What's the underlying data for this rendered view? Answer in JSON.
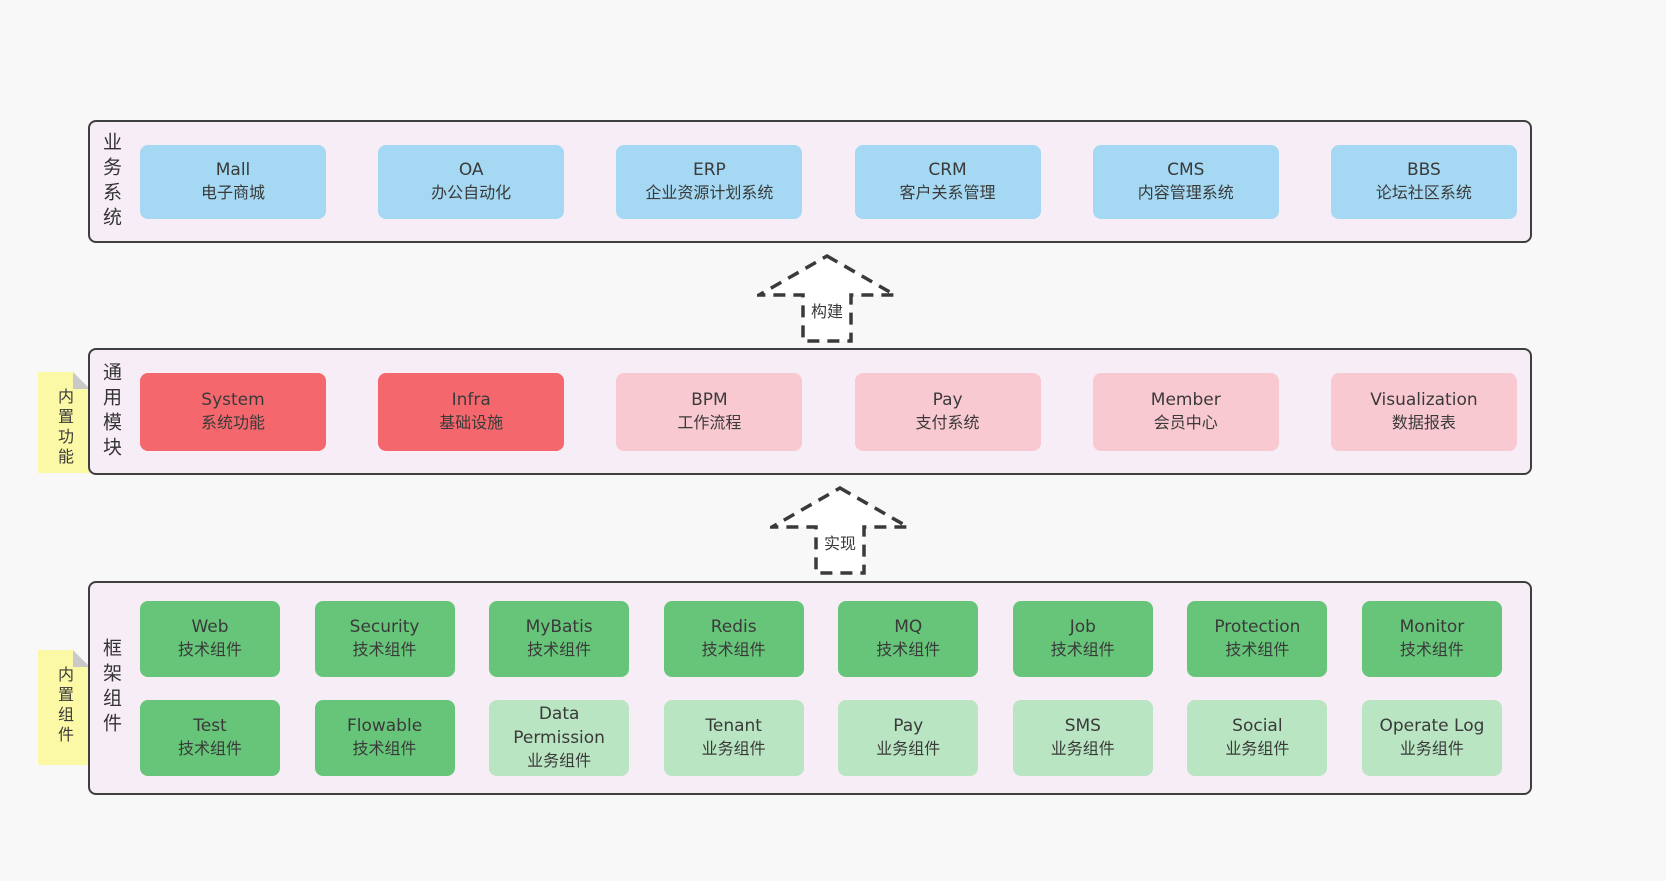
{
  "palette": {
    "page_bg": "#f8f8f8",
    "band_bg": "#f7edf6",
    "band_border": "#3f3f3f",
    "blue": "#a5d8f3",
    "red": "#f4686d",
    "pink": "#f9c9d2",
    "green": "#66c579",
    "light_green": "#b9e5c2",
    "note_yellow": "#fbf9a5",
    "note_fold_gray": "#c9c9c9",
    "text": "#3a3a3a"
  },
  "arrows": [
    {
      "label": "构建"
    },
    {
      "label": "实现"
    }
  ],
  "bands": [
    {
      "label": "业务系统",
      "rows": [
        [
          {
            "en": "Mall",
            "zh": "电子商城"
          },
          {
            "en": "OA",
            "zh": "办公自动化"
          },
          {
            "en": "ERP",
            "zh": "企业资源计划系统"
          },
          {
            "en": "CRM",
            "zh": "客户关系管理"
          },
          {
            "en": "CMS",
            "zh": "内容管理系统"
          },
          {
            "en": "BBS",
            "zh": "论坛社区系统"
          }
        ]
      ]
    },
    {
      "label": "通用模块",
      "note": "内置功能",
      "rows": [
        [
          {
            "en": "System",
            "zh": "系统功能"
          },
          {
            "en": "Infra",
            "zh": "基础设施"
          },
          {
            "en": "BPM",
            "zh": "工作流程"
          },
          {
            "en": "Pay",
            "zh": "支付系统"
          },
          {
            "en": "Member",
            "zh": "会员中心"
          },
          {
            "en": "Visualization",
            "zh": "数据报表"
          }
        ]
      ]
    },
    {
      "label": "框架组件",
      "note": "内置组件",
      "rows": [
        [
          {
            "en": "Web",
            "zh": "技术组件"
          },
          {
            "en": "Security",
            "zh": "技术组件"
          },
          {
            "en": "MyBatis",
            "zh": "技术组件"
          },
          {
            "en": "Redis",
            "zh": "技术组件"
          },
          {
            "en": "MQ",
            "zh": "技术组件"
          },
          {
            "en": "Job",
            "zh": "技术组件"
          },
          {
            "en": "Protection",
            "zh": "技术组件"
          },
          {
            "en": "Monitor",
            "zh": "技术组件"
          }
        ],
        [
          {
            "en": "Test",
            "zh": "技术组件"
          },
          {
            "en": "Flowable",
            "zh": "技术组件"
          },
          {
            "en": "Data\nPermission",
            "zh": "业务组件"
          },
          {
            "en": "Tenant",
            "zh": "业务组件"
          },
          {
            "en": "Pay",
            "zh": "业务组件"
          },
          {
            "en": "SMS",
            "zh": "业务组件"
          },
          {
            "en": "Social",
            "zh": "业务组件"
          },
          {
            "en": "Operate Log",
            "zh": "业务组件"
          }
        ]
      ]
    }
  ]
}
